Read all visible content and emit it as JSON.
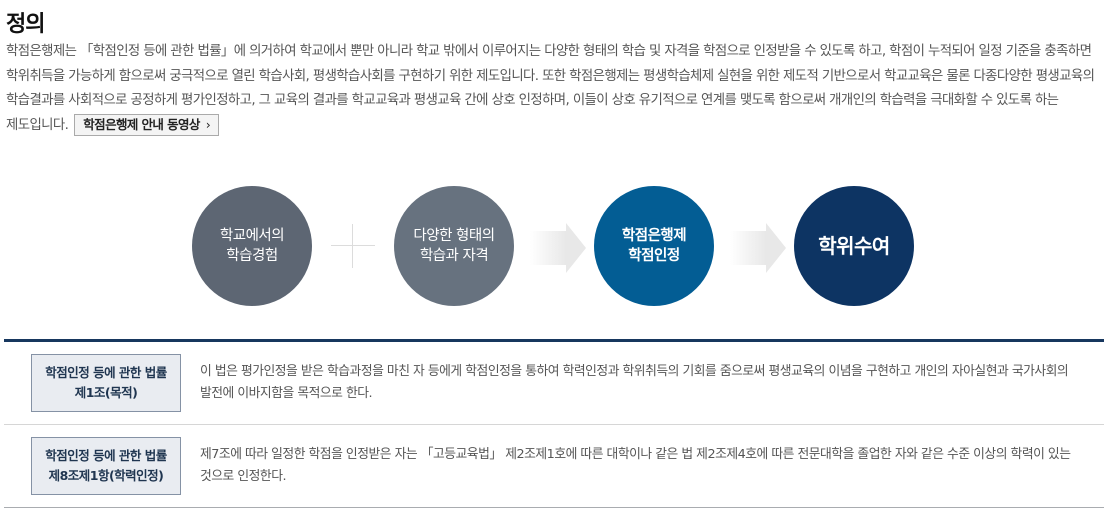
{
  "page": {
    "title": "정의",
    "intro_text": "학점은행제는 「학점인정 등에 관한 법률」에 의거하여 학교에서 뿐만 아니라 학교 밖에서 이루어지는 다양한 형태의 학습 및 자격을 학점으로 인정받을 수 있도록 하고, 학점이 누적되어 일정 기준을 충족하면 학위취득을 가능하게 함으로써 궁극적으로 열린 학습사회, 평생학습사회를 구현하기 위한 제도입니다. 또한 학점은행제는 평생학습체제 실현을 위한 제도적 기반으로서 학교교육은 물론 다종다양한 평생교육의 학습결과를 사회적으로 공정하게 평가인정하고, 그 교육의 결과를 학교교육과 평생교육 간에 상호 인정하며, 이들이 상호 유기적으로 연계를 맺도록 함으로써 개개인의 학습력을 극대화할 수 있도록 하는 제도입니다.",
    "video_button": {
      "label": "학점은행제 안내 동영상",
      "icon": "chevron-right-icon",
      "glyph": "›"
    }
  },
  "diagram": {
    "steps": [
      {
        "label": "학교에서의\n학습경험",
        "color": "#5d6673"
      },
      {
        "label": "다양한 형태의\n학습과 자격",
        "color": "#67727f"
      },
      {
        "label": "학점은행제\n학점인정",
        "color": "#035d94"
      },
      {
        "label": "학위수여",
        "color": "#0d3463"
      }
    ],
    "connectors": [
      "plus-icon",
      "arrow-right-icon",
      "arrow-right-icon"
    ]
  },
  "laws": [
    {
      "label": "학점인정 등에 관한 법률\n제1조(목적)",
      "text": "이 법은 평가인정을 받은 학습과정을 마친 자 등에게 학점인정을 통하여 학력인정과 학위취득의 기회를 줌으로써 평생교육의 이념을 구현하고 개인의 자아실현과 국가사회의 발전에 이바지함을 목적으로 한다."
    },
    {
      "label": "학점인정 등에 관한 법률\n제8조제1항(학력인정)",
      "text": "제7조에 따라 일정한 학점을 인정받은 자는 「고등교육법」 제2조제1호에 따른 대학이나 같은 법 제2조제4호에 따른 전문대학을 졸업한 자와 같은 수준 이상의 학력이 있는 것으로 인정한다."
    }
  ],
  "colors": {
    "table_top_border": "#17375e",
    "label_bg": "#e9ecf1",
    "label_border": "#8592a5"
  }
}
